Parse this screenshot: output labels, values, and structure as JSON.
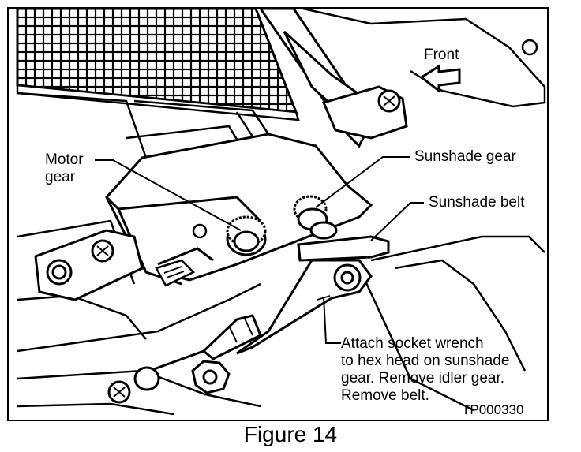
{
  "labels": {
    "front": "Front",
    "motor_gear_line1": "Motor",
    "motor_gear_line2": "gear",
    "sunshade_gear": "Sunshade gear",
    "sunshade_belt": "Sunshade belt",
    "instruction_line1": "Attach socket wrench",
    "instruction_line2": "to hex head on sunshade",
    "instruction_line3": "gear.  Remove idler gear.",
    "instruction_line4": "Remove belt.",
    "part_code": "TP000330"
  },
  "caption": "Figure 14"
}
